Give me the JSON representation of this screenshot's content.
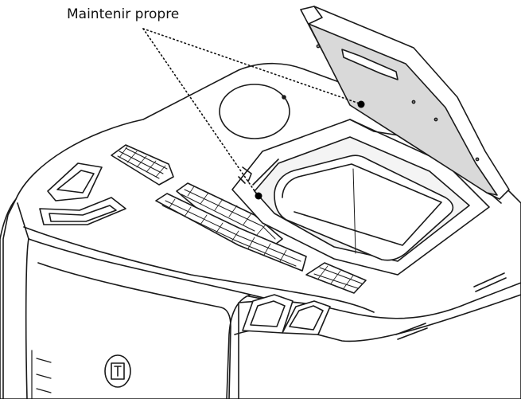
{
  "diagram": {
    "callout_label": "Maintenir propre",
    "colors": {
      "line": "#1a1a1a",
      "body_fill": "#ffffff",
      "lid_inner_fill": "#d9d9d9",
      "marker": "#000000"
    },
    "parts": [
      "stove-top",
      "hopper-lid",
      "hopper-opening",
      "ventilation-grille",
      "handle-recess",
      "front-panel",
      "logo-emblem"
    ]
  }
}
